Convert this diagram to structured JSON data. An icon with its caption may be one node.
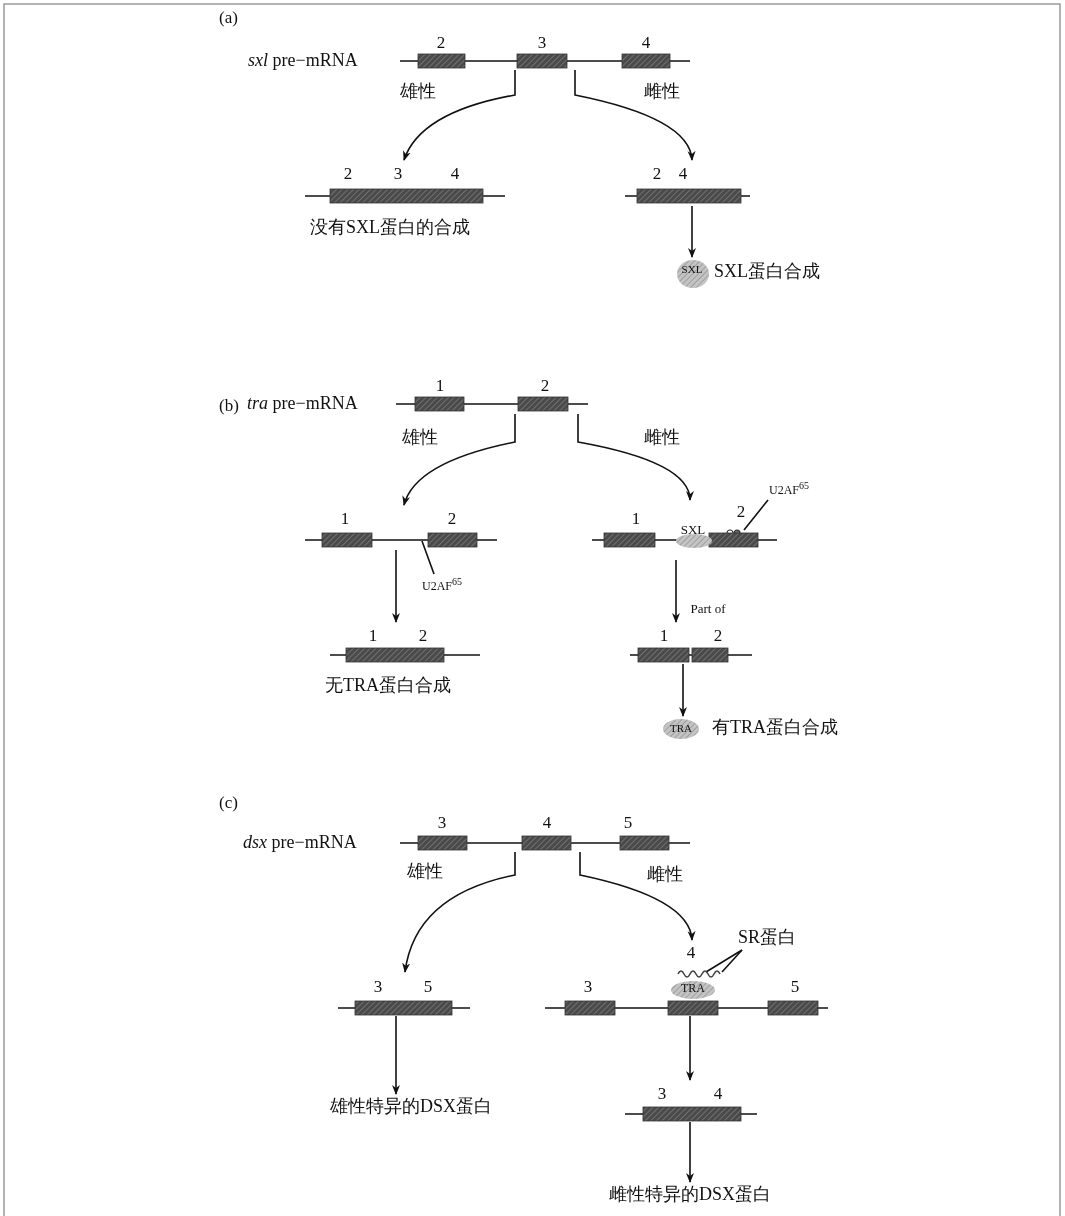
{
  "diagram": {
    "nodes": [
      {
        "text": [
          "*sxl* pre−mRNA",
          "2",
          "3",
          "4"
        ]
      },
      {
        "text": [
          "2",
          "3",
          "4"
        ],
        "beside": [
          "没有SXL蛋白的合成"
        ]
      },
      {
        "text": [
          "2",
          "4"
        ]
      },
      {
        "text": [
          "SXL"
        ],
        "beside": [
          "SXL蛋白合成"
        ]
      },
      {
        "text": [
          "*tra* pre−mRNA",
          "1",
          "2"
        ]
      },
      {
        "text": [
          "1",
          "2"
        ]
      },
      {
        "text": [
          "U2AF$^{65}$"
        ]
      },
      {
        "text": [
          "1",
          "2"
        ],
        "beside": [
          "无TRA蛋白合成"
        ]
      },
      {
        "text": [
          "1",
          "2"
        ]
      },
      {
        "text": [
          "SXL"
        ],
        "in": 8
      },
      {
        "text": [
          "U2AF$^{65}$"
        ]
      },
      {
        "text": [
          "1",
          "2"
        ]
      },
      {
        "text": [
          "TRA"
        ],
        "beside": [
          "有TRA蛋白合成"
        ]
      },
      {
        "text": [
          "*dsx* pre−mRNA",
          "3",
          "4",
          "5"
        ]
      },
      {
        "text": [
          "3",
          "5"
        ]
      },
      {
        "text": [
          "3",
          "4",
          "5"
        ]
      },
      {
        "text": [
          "TRA"
        ],
        "in": 15
      },
      {
        "text": [
          "SR蛋白"
        ]
      },
      {
        "text": [
          "雄性特异的DSX蛋白"
        ]
      },
      {
        "text": [
          "3",
          "4"
        ]
      },
      {
        "text": [
          "雌性特异的DSX蛋白"
        ]
      }
    ],
    "edges": [
      {
        "from": 0,
        "to": 1,
        "arrow": "to",
        "label": "雄性"
      },
      {
        "from": 0,
        "to": 2,
        "arrow": "to",
        "label": "雌性"
      },
      {
        "from": 2,
        "to": 3,
        "arrow": "to"
      },
      {
        "from": 4,
        "to": 5,
        "arrow": "to",
        "label": "雄性"
      },
      {
        "from": 4,
        "to": 8,
        "arrow": "to",
        "label": "雌性"
      },
      {
        "from": 5,
        "to": 7,
        "arrow": "to"
      },
      {
        "from": 6,
        "to": 5,
        "arrow": "none"
      },
      {
        "from": 8,
        "to": 11,
        "arrow": "to",
        "label": "Part of"
      },
      {
        "from": 10,
        "to": 8,
        "arrow": "none"
      },
      {
        "from": 11,
        "to": 12,
        "arrow": "to"
      },
      {
        "from": 13,
        "to": 14,
        "arrow": "to",
        "label": "雄性"
      },
      {
        "from": 13,
        "to": 15,
        "arrow": "to",
        "label": "雌性"
      },
      {
        "from": 14,
        "to": 18,
        "arrow": "to"
      },
      {
        "from": 15,
        "to": 19,
        "arrow": "to"
      },
      {
        "from": 19,
        "to": 20,
        "arrow": "to"
      },
      {
        "from": 17,
        "to": 16,
        "arrow": "none"
      },
      {
        "from": 17,
        "to": 16,
        "arrow": "none"
      }
    ],
    "labels": [
      "(a)",
      "(b)",
      "(c)"
    ]
  }
}
